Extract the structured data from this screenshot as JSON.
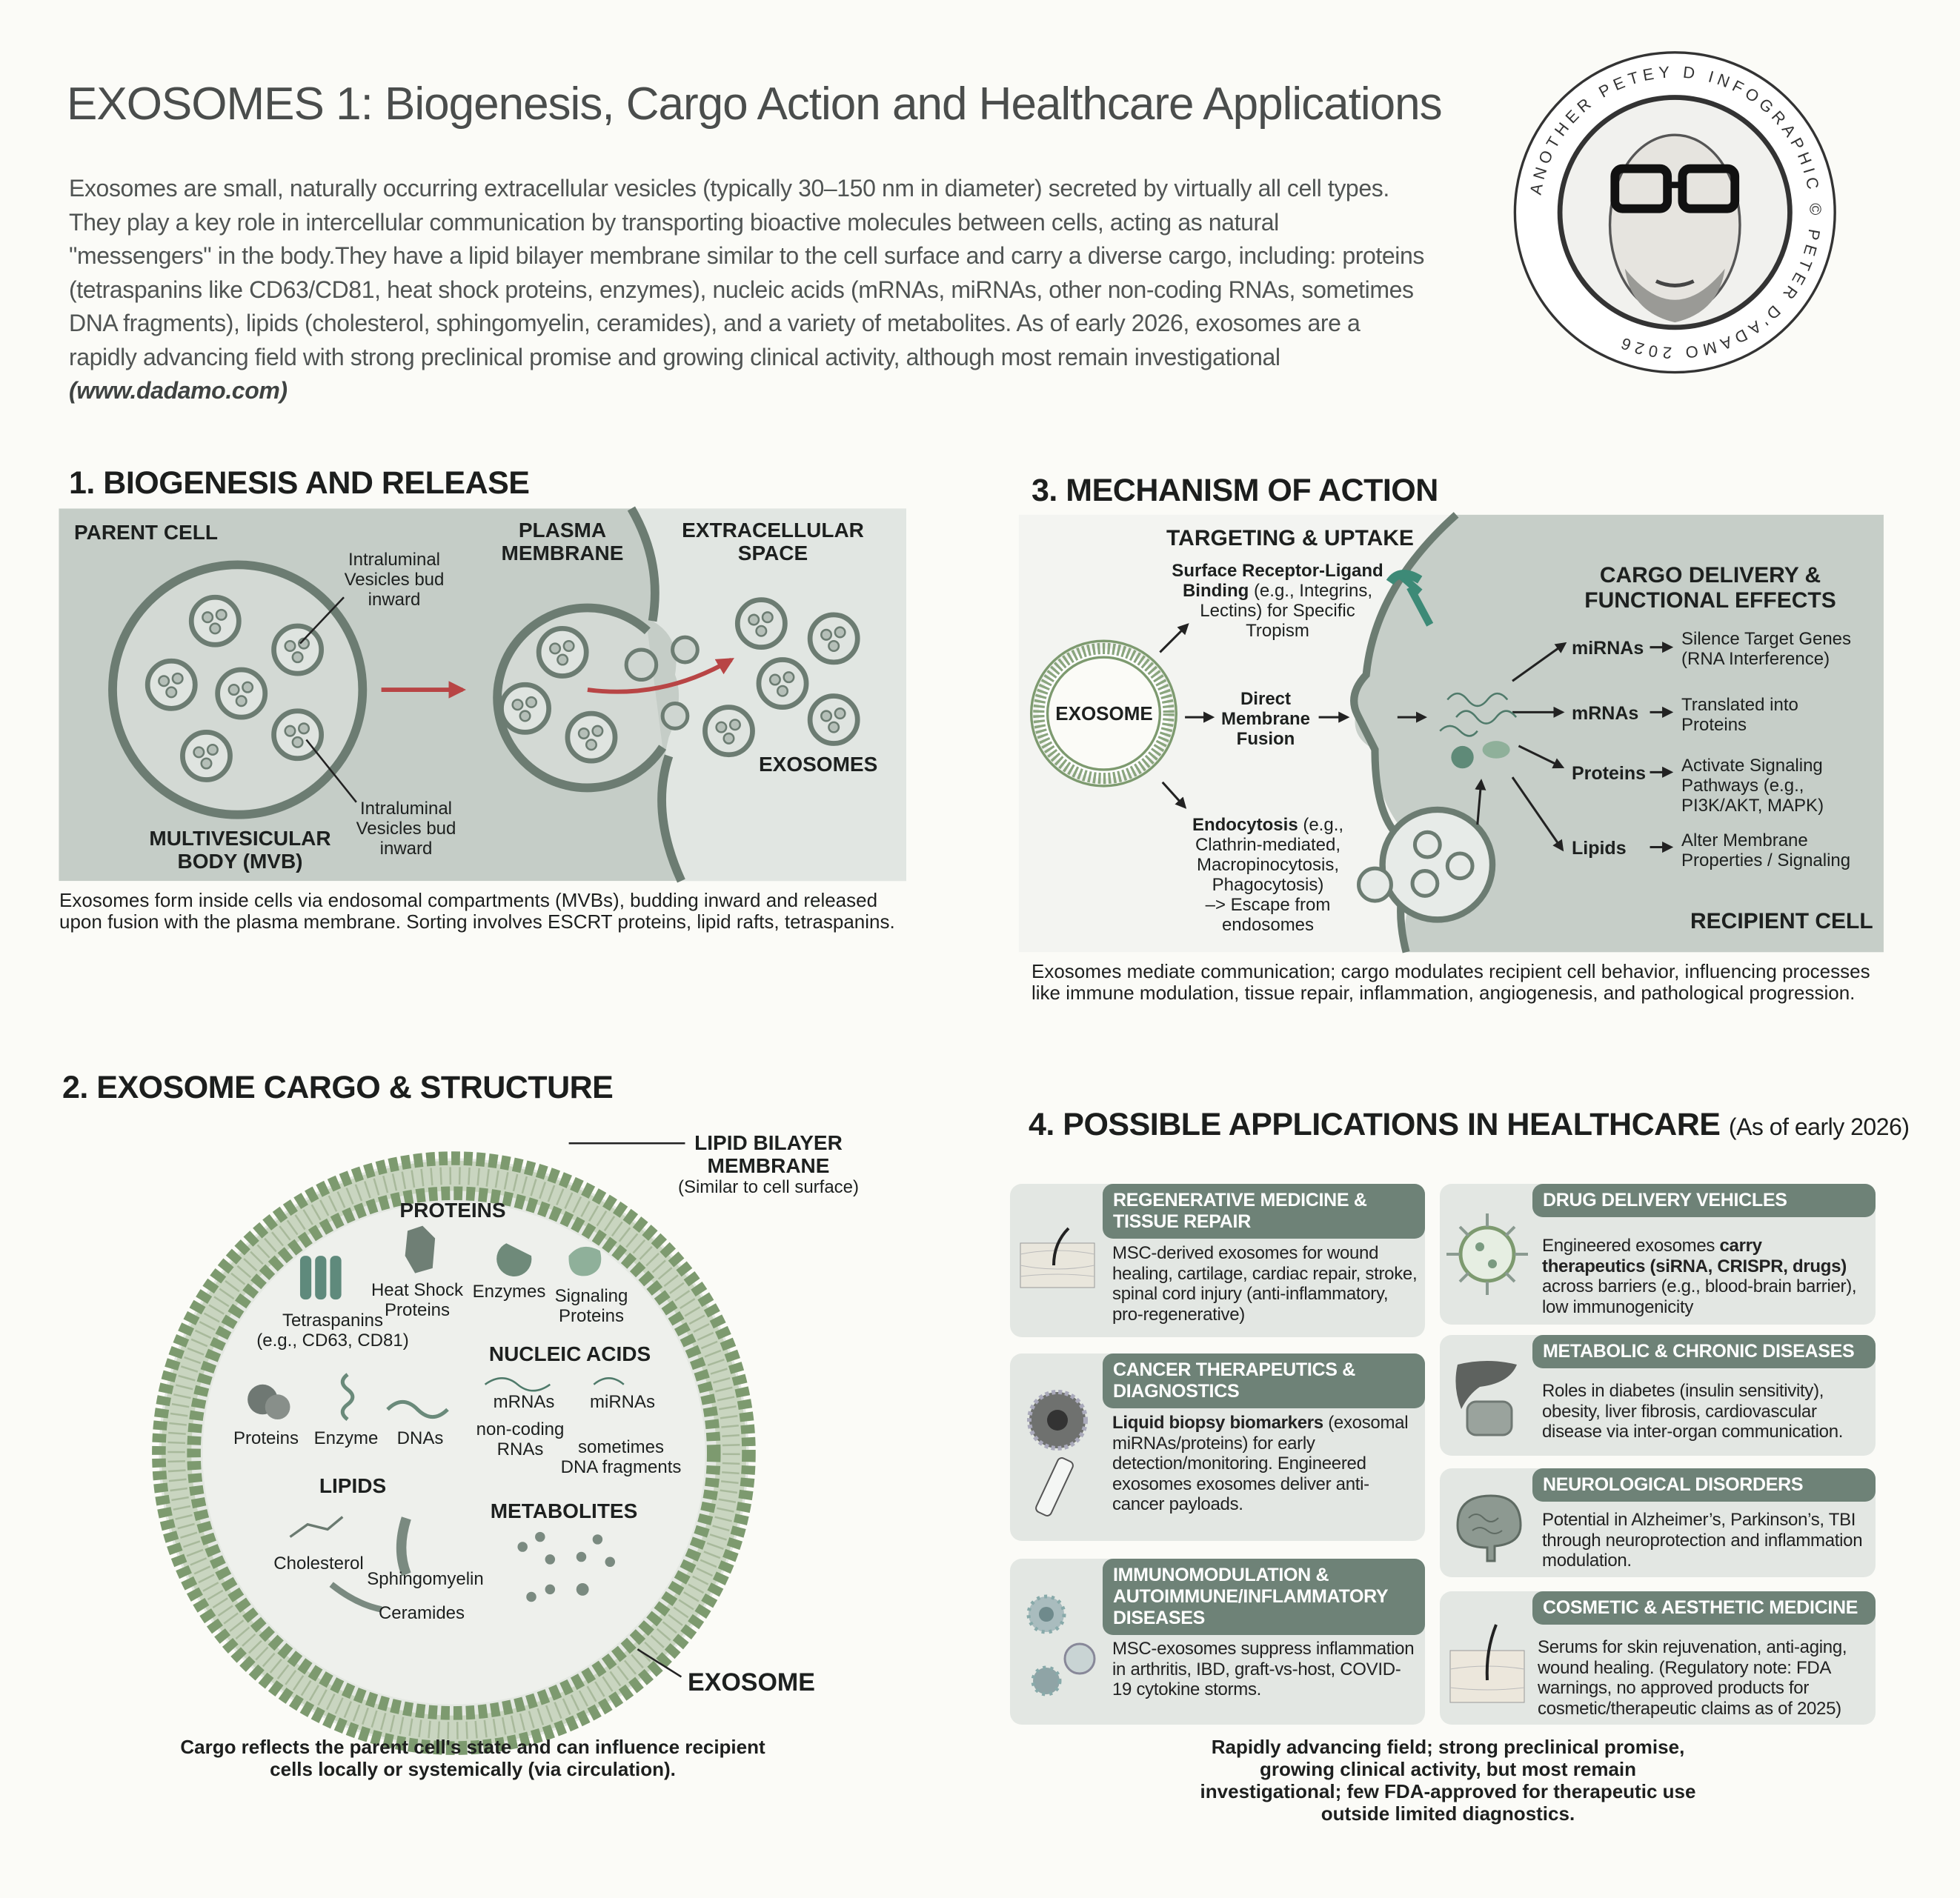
{
  "header": {
    "title": "EXOSOMES 1: Biogenesis, Cargo Action and Healthcare Applications",
    "intro": "Exosomes are small, naturally occurring extracellular vesicles (typically 30–150 nm in diameter) secreted by virtually all cell types. They play a key role in intercellular communication by transporting bioactive molecules between cells, acting as natural \"messengers\" in the body.They have a lipid bilayer membrane similar to the cell surface and carry a diverse cargo, including: proteins (tetraspanins like CD63/CD81, heat shock proteins, enzymes), nucleic acids (mRNAs, miRNAs, other non-coding RNAs, sometimes DNA fragments), lipids (cholesterol, sphingomyelin, ceramides), and a variety of metabolites. As of early 2026, exosomes are a rapidly advancing field with strong preclinical promise and growing clinical activity, although most remain investigational ",
    "intro_link": "(www.dadamo.com)",
    "seal_text": "ANOTHER PETEY D INFOGRAPHIC © PETER D'ADAMO 2026"
  },
  "s1": {
    "title": "1. BIOGENESIS AND RELEASE",
    "parent_cell": "PARENT CELL",
    "ilv_top": [
      "Intraluminal",
      "Vesicles bud",
      "inward"
    ],
    "plasma": [
      "PLASMA",
      "MEMBRANE"
    ],
    "extra": [
      "EXTRACELLULAR",
      "SPACE"
    ],
    "exosomes": "EXOSOMES",
    "ilv_bottom": [
      "Intraluminal",
      "Vesicles bud",
      "inward"
    ],
    "mvb": [
      "MULTIVESICULAR",
      "BODY (MVB)"
    ],
    "caption": [
      "Exosomes form inside cells via endosomal compartments (MVBs), budding inward and released",
      "upon fusion with the plasma membrane. Sorting involves ESCRT proteins, lipid rafts, tetraspanins."
    ]
  },
  "s2": {
    "title": "2. EXOSOME CARGO & STRUCTURE",
    "bilayer": [
      "LIPID BILAYER",
      "MEMBRANE"
    ],
    "bilayer_sub": "(Similar to cell surface)",
    "proteins": "PROTEINS",
    "tetraspanins": [
      "Tetraspanins",
      "(e.g., CD63, CD81)"
    ],
    "heat_shock": [
      "Heat Shock",
      "Proteins"
    ],
    "enzymes": "Enzymes",
    "signaling": [
      "Signaling",
      "Proteins"
    ],
    "nucleic": "NUCLEIC ACIDS",
    "mrnas": "mRNAs",
    "mirnas": "miRNAs",
    "noncoding": [
      "non-coding",
      "RNAs"
    ],
    "dna_frag": [
      "sometimes",
      "DNA fragments"
    ],
    "proteins_small": "Proteins",
    "enzyme_small": "Enzyme",
    "dnas": "DNAs",
    "lipids": "LIPIDS",
    "metabolites": "METABOLITES",
    "cholesterol": "Cholesterol",
    "sphingomyelin": "Sphingomyelin",
    "ceramides": "Ceramides",
    "exosome": "EXOSOME",
    "caption": [
      "Cargo reflects the parent cell's state and can influence recipient",
      "cells locally or systemically (via circulation)."
    ]
  },
  "s3": {
    "title": "3. MECHANISM OF ACTION",
    "targeting": "TARGETING & UPTAKE",
    "receptor_bold": [
      "Surface Receptor-Ligand",
      "Binding"
    ],
    "receptor_rest": [
      " (e.g., Integrins,",
      "Lectins) for Specific",
      "Tropism"
    ],
    "exosome": "EXOSOME",
    "fusion": [
      "Direct",
      "Membrane",
      "Fusion"
    ],
    "endo_bold": "Endocytosis",
    "endo_rest": [
      " (e.g.,",
      "Clathrin-mediated,",
      "Macropinocytosis,",
      "Phagocytosis)",
      "–> Escape from",
      "endosomes"
    ],
    "cargo_title": [
      "CARGO DELIVERY &",
      "FUNCTIONAL EFFECTS"
    ],
    "effects": [
      {
        "cargo": "miRNAs",
        "effect": [
          "Silence Target Genes",
          "(RNA Interference)"
        ]
      },
      {
        "cargo": "mRNAs",
        "effect": [
          "Translated into",
          "Proteins"
        ]
      },
      {
        "cargo": "Proteins",
        "effect": [
          "Activate Signaling",
          "Pathways (e.g.,",
          "PI3K/AKT, MAPK)"
        ]
      },
      {
        "cargo": "Lipids",
        "effect": [
          "Alter Membrane",
          "Properties / Signaling"
        ]
      }
    ],
    "recipient": "RECIPIENT CELL",
    "caption": [
      "Exosomes mediate communication; cargo modulates recipient cell behavior, influencing processes",
      "like immune modulation, tissue repair, inflammation, angiogenesis, and pathological progression."
    ]
  },
  "s4": {
    "title": "4. POSSIBLE APPLICATIONS IN HEALTHCARE",
    "title_note": "(As of early 2026)",
    "cards": [
      {
        "title": "REGENERATIVE MEDICINE & TISSUE REPAIR",
        "pre": "",
        "bold": "",
        "post": "MSC-derived exosomes for wound healing, cartilage, cardiac repair, stroke, spinal cord injury (anti-inflammatory, pro-regenerative)",
        "icon": "skin-wound-icon"
      },
      {
        "title": "CANCER THERAPEUTICS & DIAGNOSTICS",
        "pre": "",
        "bold": "Liquid biopsy biomarkers",
        "post": " (exosomal miRNAs/proteins) for early detection/monitoring. Engineered exosomes exosomes deliver anti-cancer payloads.",
        "icon": "tumor-cell-icon"
      },
      {
        "title": "IMMUNOMODULATION & AUTOIMMUNE/INFLAMMATORY DISEASES",
        "pre": "",
        "bold": "",
        "post": "MSC-exosomes suppress inflammation in arthritis, IBD, graft-vs-host, COVID-19 cytokine storms.",
        "icon": "immune-cell-icon"
      },
      {
        "title": "DRUG DELIVERY VEHICLES",
        "pre": "Engineered exosomes ",
        "bold": "carry therapeutics (siRNA, CRISPR, drugs)",
        "post": " across barriers (e.g., blood-brain barrier), low immunogenicity",
        "icon": "loaded-exosome-icon"
      },
      {
        "title": "METABOLIC & CHRONIC DISEASES",
        "pre": "",
        "bold": "",
        "post": "Roles in diabetes (insulin sensitivity), obesity, liver fibrosis, cardiovascular disease via inter-organ communication.",
        "icon": "liver-intestine-icon"
      },
      {
        "title": "NEUROLOGICAL DISORDERS",
        "pre": "",
        "bold": "",
        "post": "Potential in Alzheimer’s, Parkinson’s, TBI through neuroprotection and inflammation modulation.",
        "icon": "brain-icon"
      },
      {
        "title": "COSMETIC & AESTHETIC MEDICINE",
        "pre": "",
        "bold": "",
        "post": "Serums for skin rejuvenation, anti-aging, wound healing. (Regulatory note: FDA warnings, no approved products for cosmetic/therapeutic claims as of 2025)",
        "icon": "skin-hair-icon"
      }
    ],
    "footer": [
      "Rapidly advancing field; strong preclinical promise, growing clinical activity, but most remain",
      "investigational; few FDA-approved for therapeutic use outside limited diagnostics."
    ]
  },
  "colors": {
    "background": "#fbfbf7",
    "panel": "#c5cdc7",
    "membrane": "#6c7c72",
    "bilayer": "#7d9a6f",
    "card": "#e3e7e3",
    "card_header": "#6e8277",
    "arrow_red": "#b84545"
  }
}
